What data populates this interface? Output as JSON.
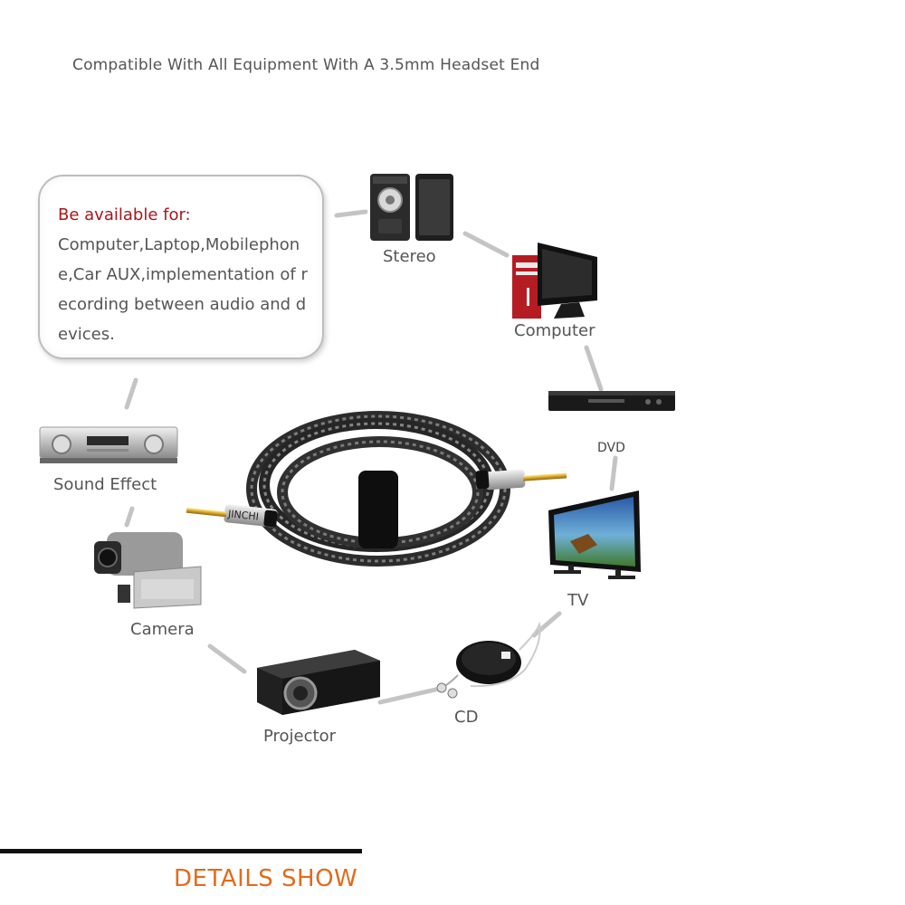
{
  "headline": "Compatible With All Equipment With A 3.5mm Headset End",
  "callout": {
    "title": "Be available for:",
    "body": "Computer,Laptop,Mobilephone,Car AUX,implementation of recording between audio and devices."
  },
  "devices": {
    "stereo": "Stereo",
    "computer": "Computer",
    "dvd": "DVD",
    "tv": "TV",
    "cd": "CD",
    "projector": "Projector",
    "camera": "Camera",
    "sound_effect": "Sound Effect"
  },
  "cable": {
    "brand": "JINCHI"
  },
  "footer": {
    "section_title": "DETAILS SHOW"
  },
  "colors": {
    "title_red": "#a8161b",
    "footer_orange": "#e36a1b",
    "text_gray": "#555555"
  }
}
